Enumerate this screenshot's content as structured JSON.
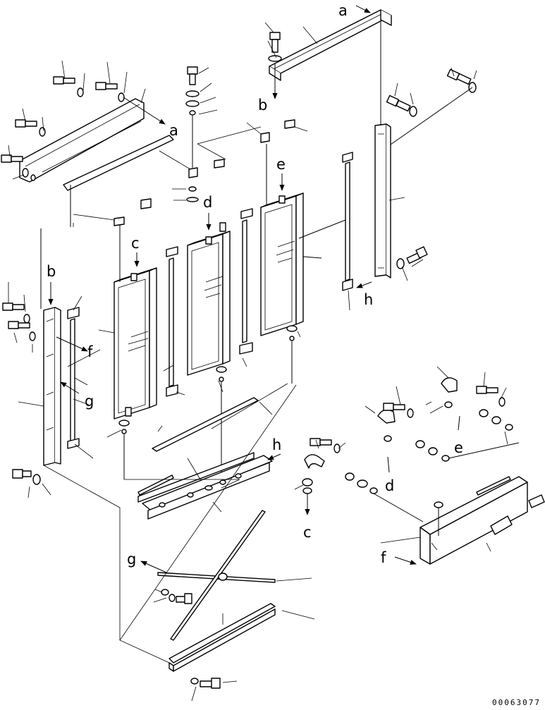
{
  "callouts": {
    "a1": "a",
    "a2": "a",
    "b1": "b",
    "b2": "b",
    "c1": "c",
    "c2": "c",
    "d1": "d",
    "d2": "d",
    "e1": "e",
    "e2": "e",
    "f1": "f",
    "f2": "f",
    "g1": "g",
    "g2": "g",
    "h1": "h",
    "h2": "h"
  },
  "drawing_code": "00063077"
}
